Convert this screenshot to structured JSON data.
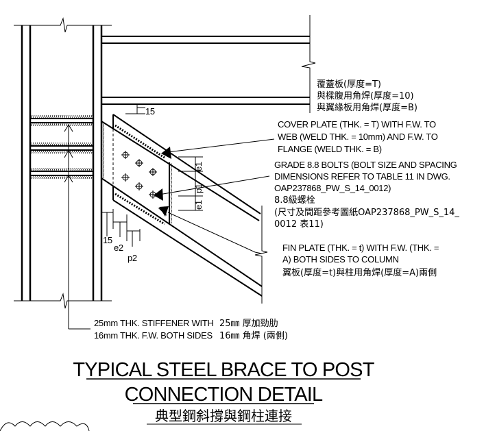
{
  "notes": {
    "cover_plate_zh": [
      "覆蓋板(厚度=T)",
      "與樑腹用角焊(厚度=10)",
      "與翼緣板用角焊(厚度=B)"
    ],
    "cover_plate_en": [
      "COVER PLATE (THK. = T) WITH F.W. TO",
      "WEB (WELD THK. = 10mm) AND F.W. TO",
      "FLANGE (WELD THK. = B)"
    ],
    "bolts_en": [
      "GRADE 8.8 BOLTS (BOLT SIZE AND SPACING",
      "DIMENSIONS REFER TO TABLE 11 IN DWG.",
      "OAP237868_PW_S_14_0012)"
    ],
    "bolts_zh": [
      "8.8級螺栓",
      "(尺寸及間距參考圖紙OAP237868_PW_S_14_",
      "0012 表11)"
    ],
    "fin_plate_en": [
      "FIN PLATE (THK. = t) WITH F.W. (THK. =",
      "A) BOTH SIDES TO COLUMN"
    ],
    "fin_plate_zh": "翼板(厚度=t)與柱用角焊(厚度=A)兩側",
    "stiffener_en": [
      "25mm THK. STIFFENER WITH",
      "16mm THK. F.W. BOTH SIDES"
    ],
    "stiffener_zh": [
      "25㎜ 厚加勁肋",
      "16㎜ 角焊 (兩側)"
    ]
  },
  "dimensions": {
    "top_gap": "15",
    "left_gap": "15",
    "e2": "e2",
    "p2": "p2",
    "e1_top": "e1",
    "p1": "p1",
    "e1_bottom": "e1"
  },
  "title": {
    "line1": "TYPICAL STEEL BRACE TO POST",
    "line2": "CONNECTION DETAIL",
    "zh": "典型鋼斜撐與鋼柱連接"
  }
}
